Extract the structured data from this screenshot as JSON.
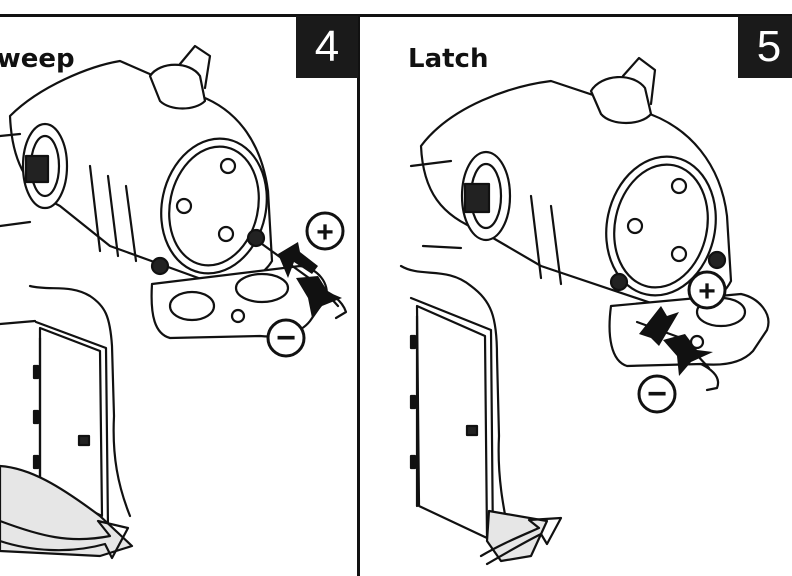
{
  "panels": [
    {
      "title": "Sweep",
      "step": "4",
      "plus_symbol": "+",
      "minus_symbol": "−"
    },
    {
      "title": "Latch",
      "step": "5",
      "plus_symbol": "+",
      "minus_symbol": "−"
    }
  ],
  "colors": {
    "ink": "#111111",
    "badge": "#1a1a1a",
    "paper": "#ffffff",
    "floor_shade": "#e6e6e6"
  }
}
